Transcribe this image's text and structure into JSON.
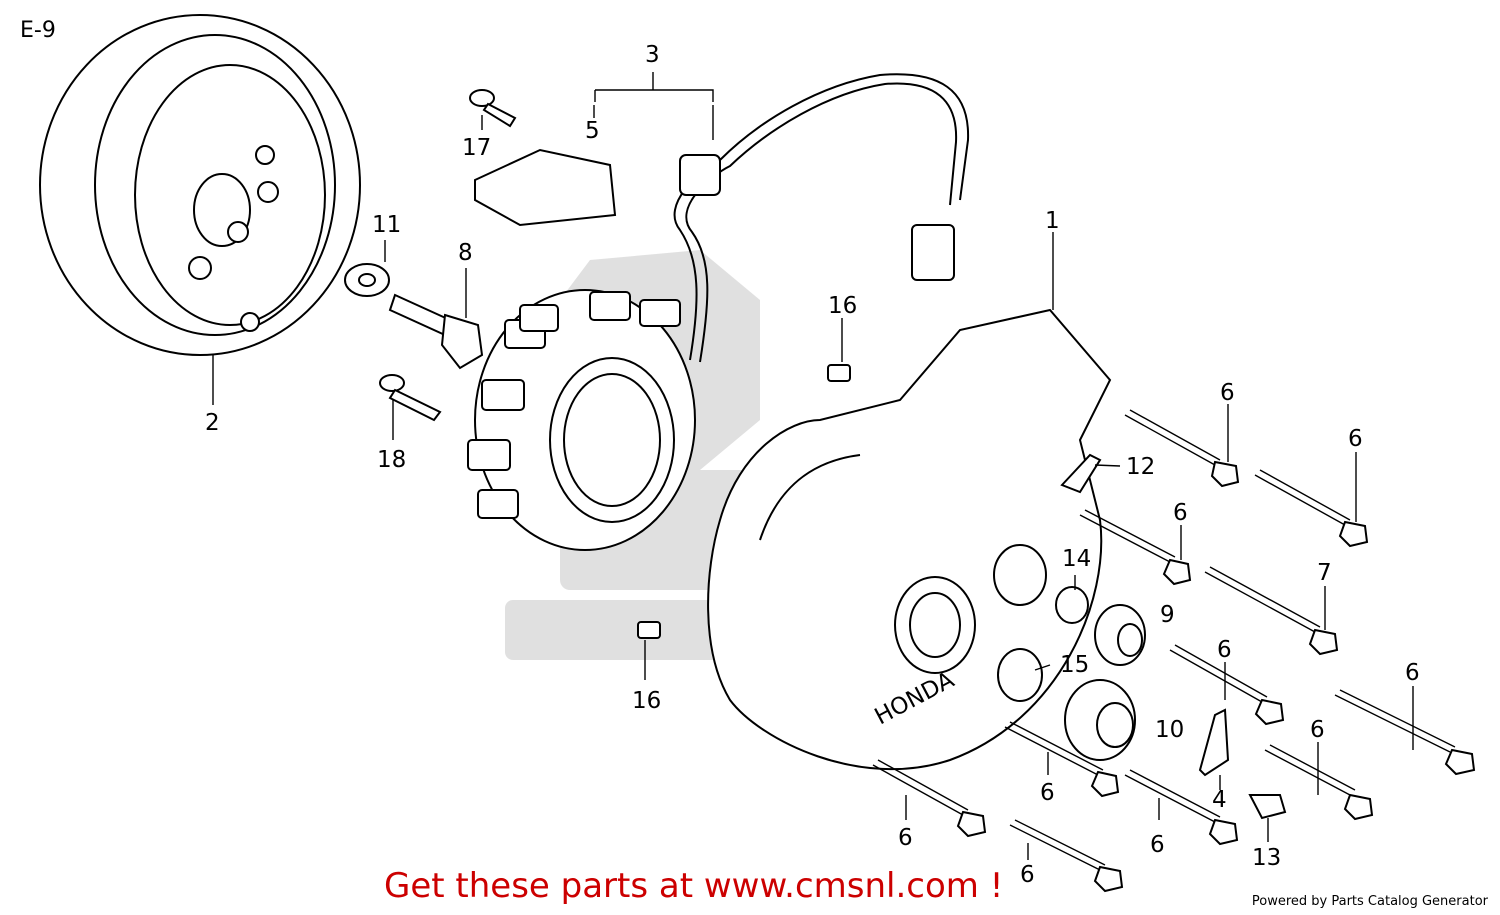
{
  "diagram": {
    "code": "E-9",
    "callouts": {
      "c1": "1",
      "c2": "2",
      "c3": "3",
      "c4": "4",
      "c5": "5",
      "c6": "6",
      "c7": "7",
      "c8": "8",
      "c9": "9",
      "c10": "10",
      "c11": "11",
      "c12": "12",
      "c13": "13",
      "c14": "14",
      "c15": "15",
      "c16": "16",
      "c17": "17",
      "c18": "18"
    },
    "cover_brand": "HONDA"
  },
  "footer": {
    "cta": "Get these parts at www.cmsnl.com !",
    "credit": "Powered by Parts Catalog Generator"
  },
  "colors": {
    "cta": "#cc0000",
    "watermark": "#d6d6d6",
    "line": "#000000"
  }
}
